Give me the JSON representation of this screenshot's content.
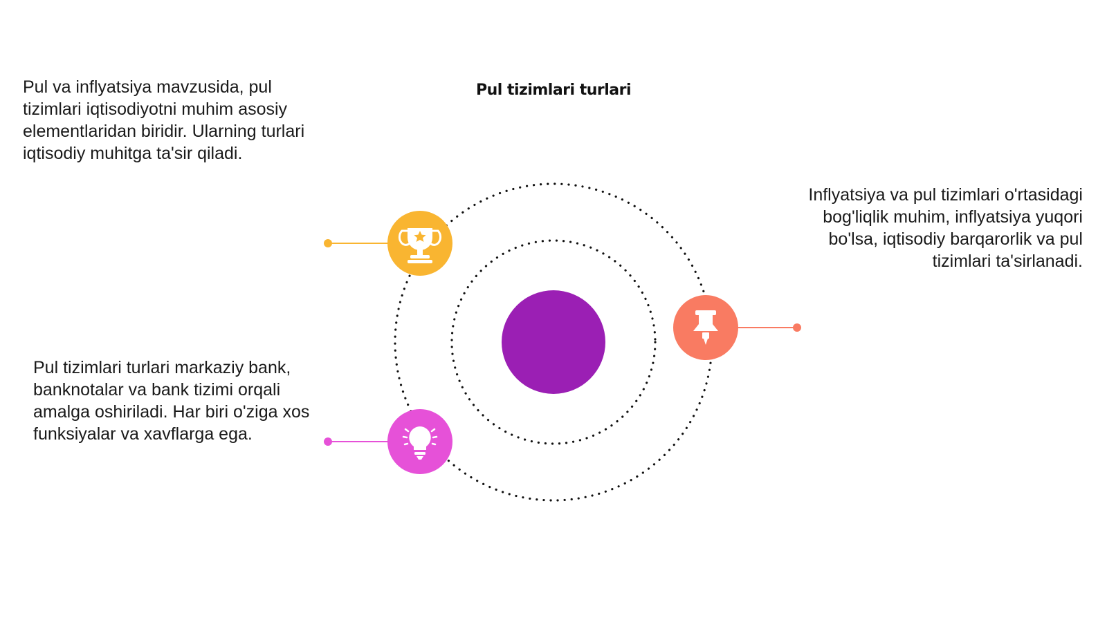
{
  "title": "Pul tizimlari turlari",
  "paragraphs": [
    "Pul va inflyatsiya mavzusida, pul tizimlari iqtisodiyotni muhim asosiy elementlaridan biridir. Ularning turlari iqtisodiy muhitga ta'sir qiladi.",
    "Pul tizimlari turlari markaziy bank, banknotalar va bank tizimi orqali amalga oshiriladi. Har biri o'ziga xos funksiyalar va xavflarga ega.",
    "Inflyatsiya va pul tizimlari o'rtasidagi bog'liqlik muhim, inflyatsiya yuqori bo'lsa, iqtisodiy barqarorlik va pul tizimlari ta'sirlanadi."
  ],
  "nodes": [
    {
      "icon": "trophy-icon",
      "color": "#F9B531"
    },
    {
      "icon": "lightbulb-icon",
      "color": "#E651D8"
    },
    {
      "icon": "pushpin-icon",
      "color": "#F97B62"
    }
  ],
  "center_color": "#9B1FB4"
}
